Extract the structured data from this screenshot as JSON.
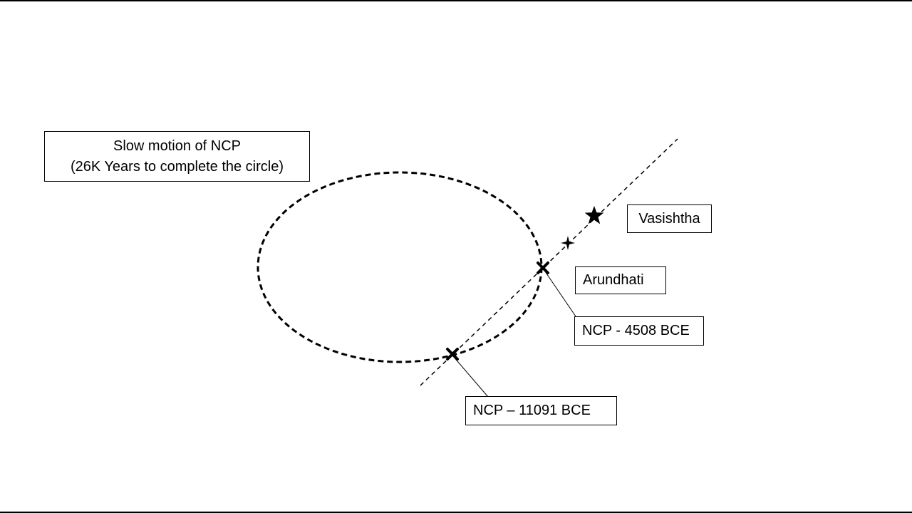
{
  "title": {
    "line1": "Slow motion of NCP",
    "line2": "(26K Years to complete the circle)"
  },
  "labels": {
    "vasishtha": "Vasishtha",
    "arundhati": "Arundhati",
    "ncp_4508": "NCP - 4508 BCE",
    "ncp_11091": "NCP – 11091 BCE"
  },
  "colors": {
    "ink": "#000000",
    "background": "#ffffff"
  }
}
